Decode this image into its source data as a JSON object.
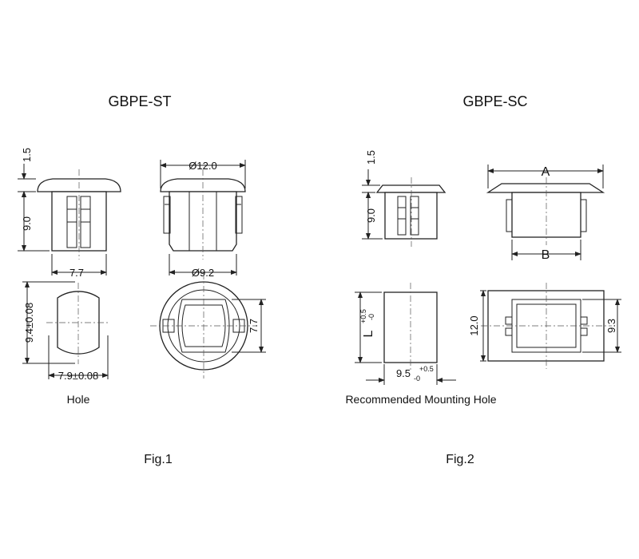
{
  "fig1": {
    "title": "GBPE-ST",
    "dim_cap_height": "1.5",
    "dim_body_height": "9.0",
    "dim_side_width": "7.7",
    "dim_head_dia": "Ø12.0",
    "dim_body_dia": "Ø9.2",
    "dim_hole_height": "9.4±0.08",
    "dim_hole_width": "7.9±0.08",
    "dim_bottom_height": "7.7",
    "hole_label": "Hole",
    "caption": "Fig.1"
  },
  "fig2": {
    "title": "GBPE-SC",
    "dim_cap_height": "1.5",
    "dim_body_height": "9.0",
    "dim_a": "A",
    "dim_b": "B",
    "dim_l": "L",
    "dim_l_tol_plus": "+0.5",
    "dim_l_tol_minus": "-0",
    "dim_hole_width": "9.5",
    "dim_hole_width_tol_plus": "+0.5",
    "dim_hole_width_tol_minus": "-0",
    "dim_bottom_height": "12.0",
    "dim_bottom_inner": "9.3",
    "mount_label": "Recommended Mounting Hole",
    "caption": "Fig.2"
  }
}
